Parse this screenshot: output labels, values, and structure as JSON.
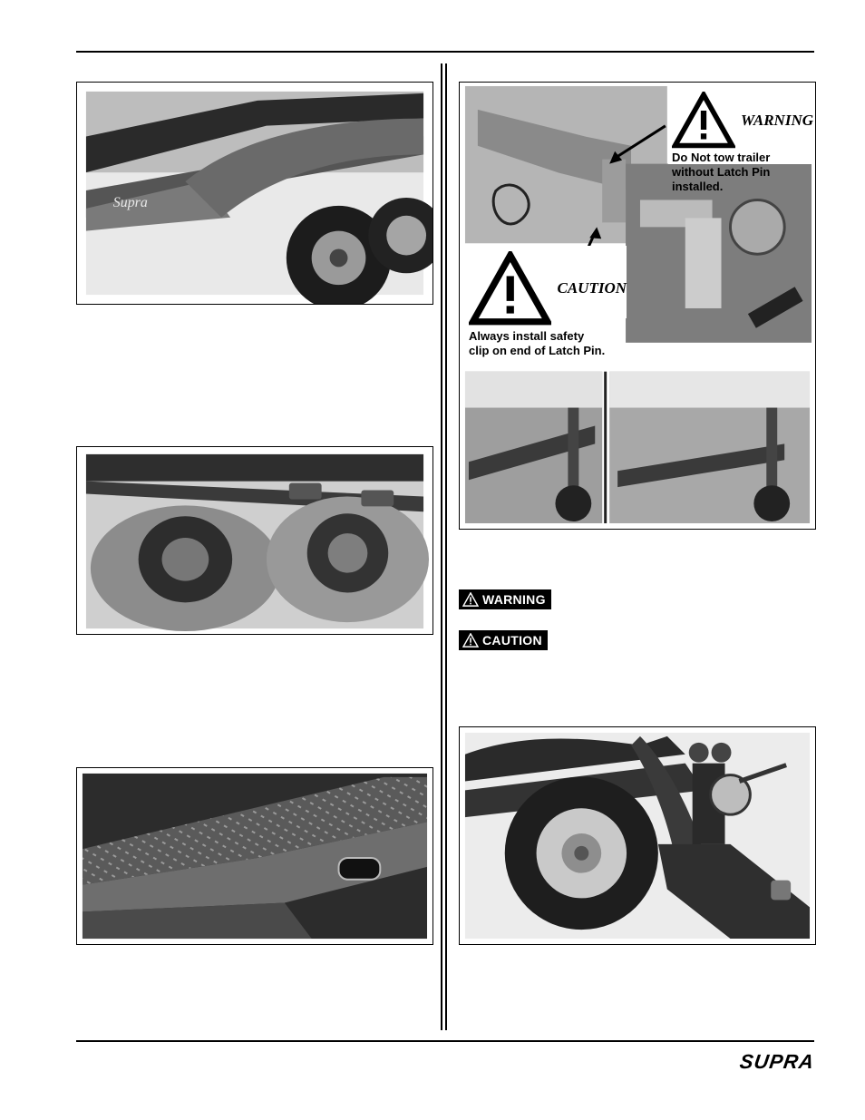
{
  "callouts": {
    "warning": {
      "title": "WARNING",
      "lines": [
        "Do Not tow trailer",
        "without Latch Pin",
        "installed."
      ]
    },
    "caution": {
      "title": "CAUTION",
      "lines": [
        "Always install safety",
        "clip on end of Latch Pin."
      ]
    }
  },
  "badges": {
    "warning": "WARNING",
    "caution": "CAUTION"
  },
  "footer": {
    "logo": "SUPRA"
  },
  "icons": [
    "warning-triangle-icon"
  ]
}
